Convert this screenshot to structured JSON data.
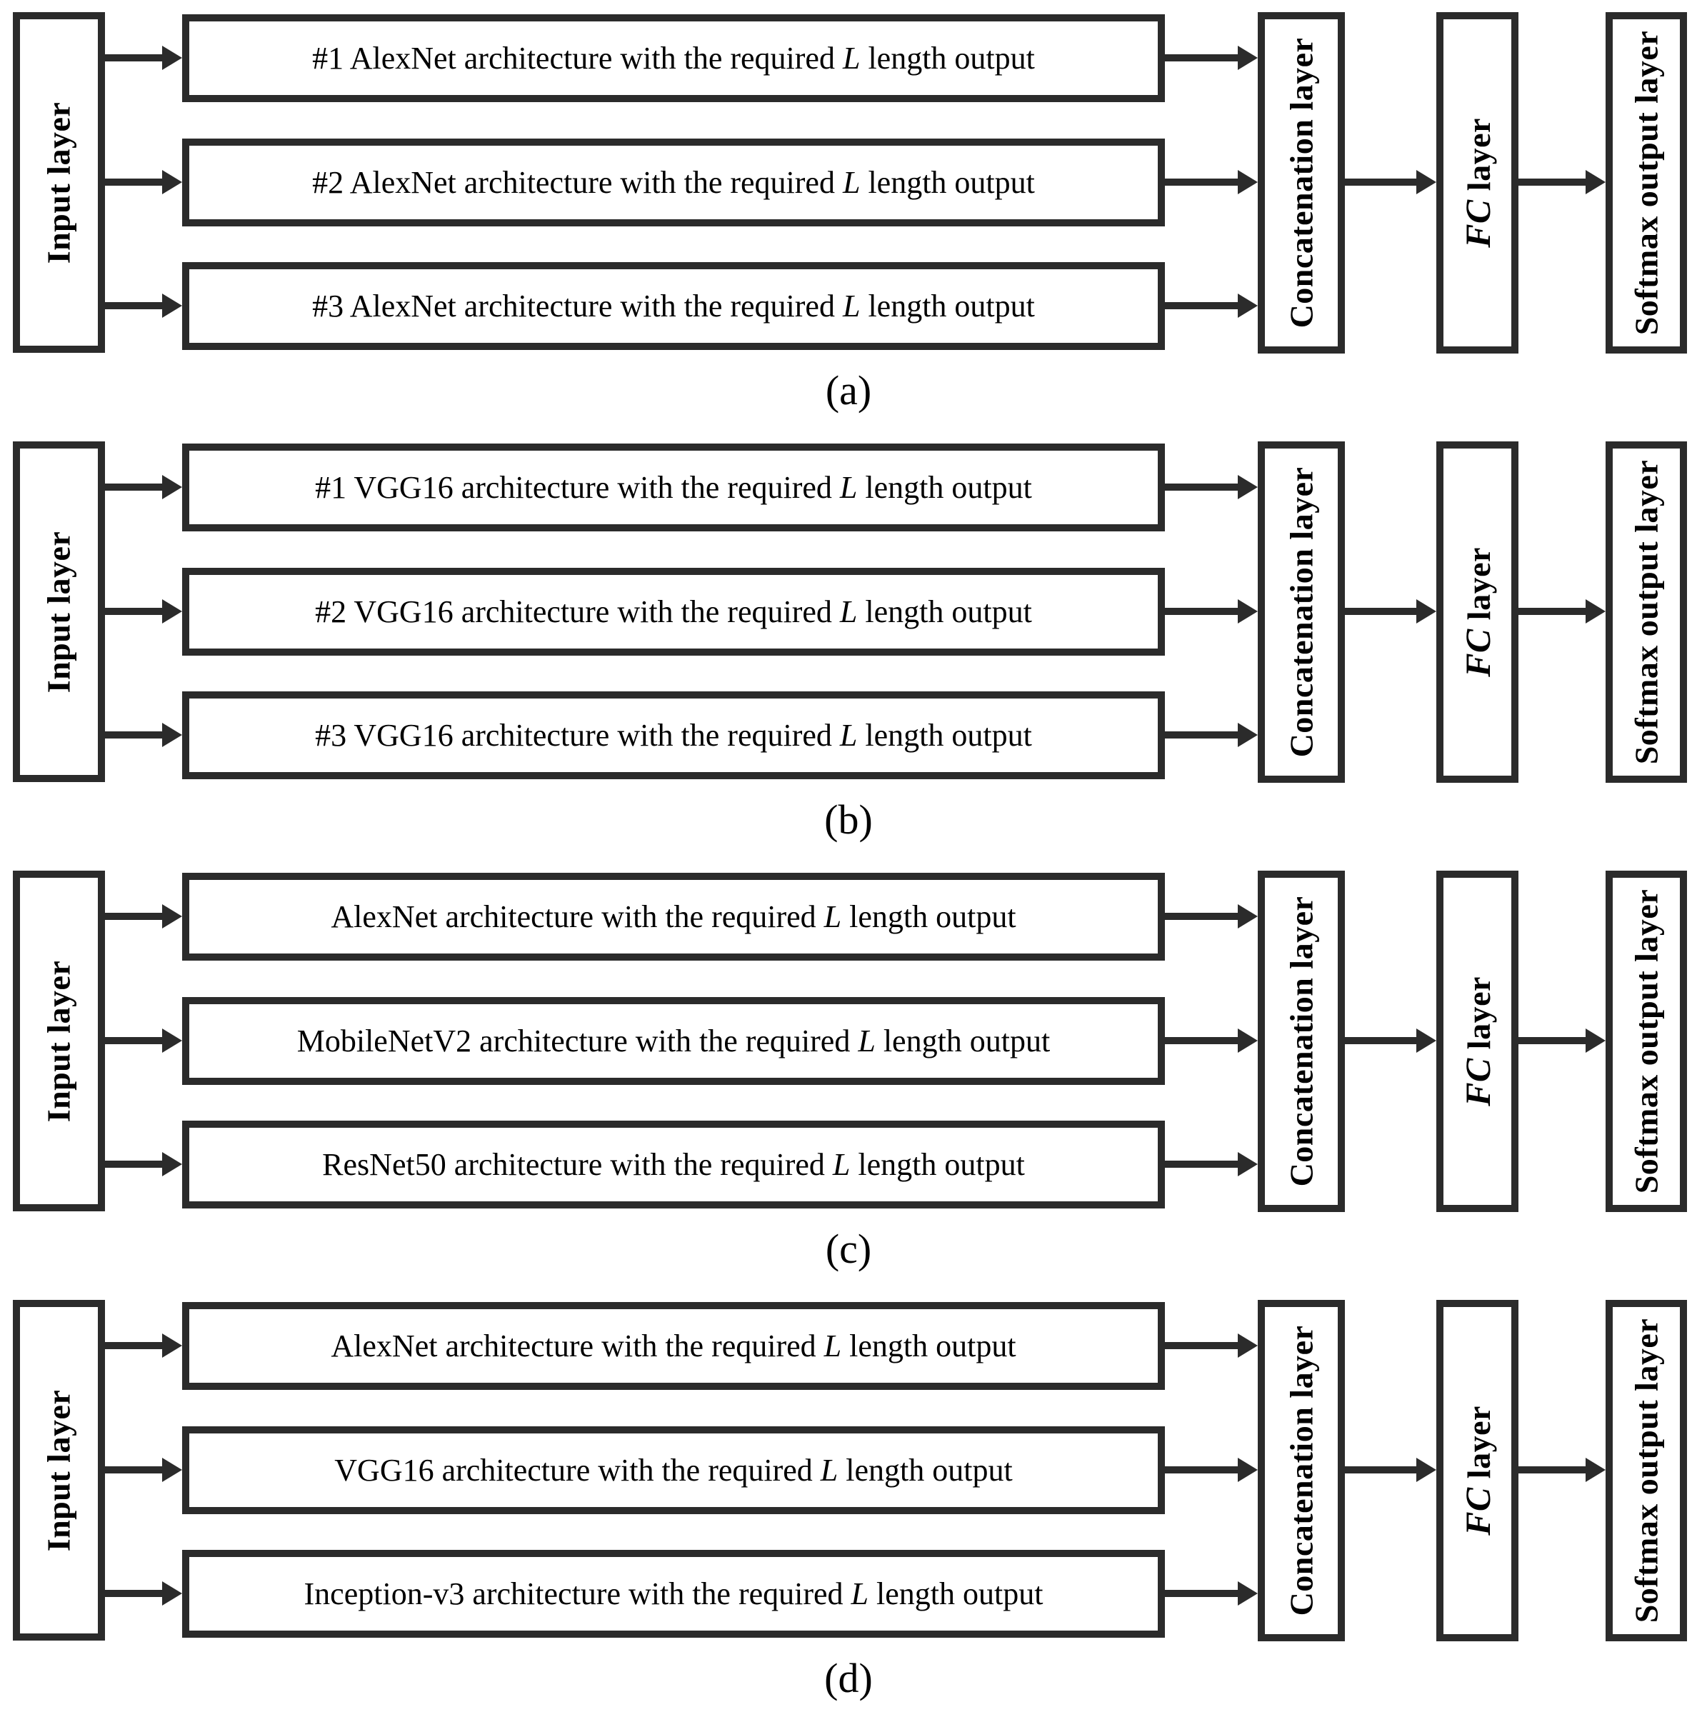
{
  "figure": {
    "colors": {
      "line": "#2b2b2b",
      "text": "#000000",
      "background": "#ffffff"
    },
    "panels": [
      {
        "label": "(a)",
        "input_layer": "Input layer",
        "rows": [
          {
            "before": "#1 AlexNet architecture with the required ",
            "var": "L",
            "after": " length output"
          },
          {
            "before": "#2 AlexNet architecture with the required ",
            "var": "L",
            "after": " length output"
          },
          {
            "before": "#3 AlexNet architecture with the required ",
            "var": "L",
            "after": " length output"
          }
        ],
        "concatenation_layer": "Concatenation layer",
        "fc_layer": {
          "script": "FC",
          "rest": " layer"
        },
        "softmax_layer": "Softmax output layer"
      },
      {
        "label": "(b)",
        "input_layer": "Input layer",
        "rows": [
          {
            "before": "#1 VGG16 architecture with the required ",
            "var": "L",
            "after": " length output"
          },
          {
            "before": "#2 VGG16 architecture with the required ",
            "var": "L",
            "after": " length output"
          },
          {
            "before": "#3 VGG16 architecture with the required ",
            "var": "L",
            "after": " length output"
          }
        ],
        "concatenation_layer": "Concatenation layer",
        "fc_layer": {
          "script": "FC",
          "rest": " layer"
        },
        "softmax_layer": "Softmax output layer"
      },
      {
        "label": "(c)",
        "input_layer": "Input layer",
        "rows": [
          {
            "before": "AlexNet architecture with the required ",
            "var": "L",
            "after": " length output"
          },
          {
            "before": "MobileNetV2 architecture with the required ",
            "var": "L",
            "after": " length output"
          },
          {
            "before": "ResNet50 architecture with the required ",
            "var": "L",
            "after": " length output"
          }
        ],
        "concatenation_layer": "Concatenation layer",
        "fc_layer": {
          "script": "FC",
          "rest": " layer"
        },
        "softmax_layer": "Softmax output layer"
      },
      {
        "label": "(d)",
        "input_layer": "Input layer",
        "rows": [
          {
            "before": "AlexNet architecture with the required ",
            "var": "L",
            "after": " length output"
          },
          {
            "before": "VGG16 architecture with the required ",
            "var": "L",
            "after": " length output"
          },
          {
            "before": "Inception-v3 architecture with the required ",
            "var": "L",
            "after": " length output"
          }
        ],
        "concatenation_layer": "Concatenation layer",
        "fc_layer": {
          "script": "FC",
          "rest": " layer"
        },
        "softmax_layer": "Softmax output layer"
      }
    ]
  }
}
